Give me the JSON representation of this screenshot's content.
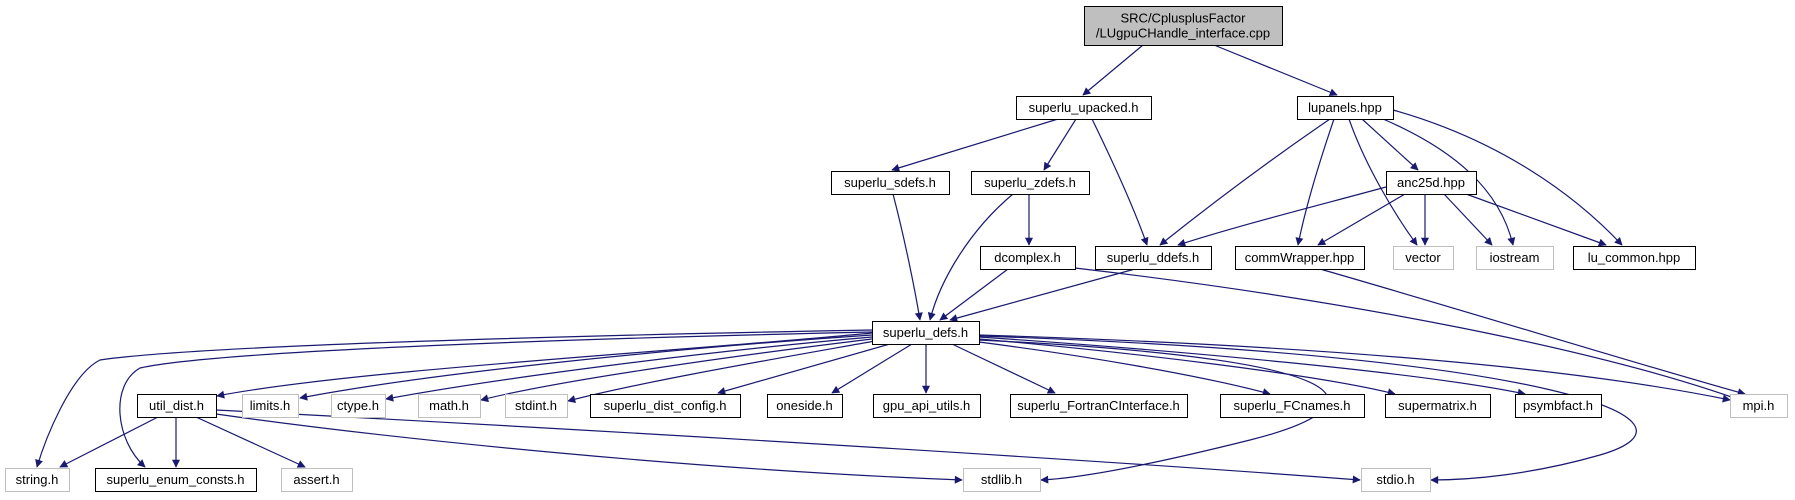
{
  "colors": {
    "edge": "#191970",
    "root_fill": "#bfbfbf",
    "node_border": "#000000",
    "external_border": "#bfbfbf",
    "external_text": "#7f7f7f"
  },
  "nodes": [
    {
      "id": "root",
      "lines": [
        "SRC/CplusplusFactor",
        "/LUgpuCHandle_interface.cpp"
      ],
      "style": "root"
    },
    {
      "id": "superlu_upacked",
      "lines": [
        "superlu_upacked.h"
      ],
      "style": "normal"
    },
    {
      "id": "lupanels",
      "lines": [
        "lupanels.hpp"
      ],
      "style": "normal"
    },
    {
      "id": "superlu_sdefs",
      "lines": [
        "superlu_sdefs.h"
      ],
      "style": "normal"
    },
    {
      "id": "superlu_zdefs",
      "lines": [
        "superlu_zdefs.h"
      ],
      "style": "normal"
    },
    {
      "id": "anc25d",
      "lines": [
        "anc25d.hpp"
      ],
      "style": "normal"
    },
    {
      "id": "dcomplex",
      "lines": [
        "dcomplex.h"
      ],
      "style": "normal"
    },
    {
      "id": "superlu_ddefs",
      "lines": [
        "superlu_ddefs.h"
      ],
      "style": "normal"
    },
    {
      "id": "commWrapper",
      "lines": [
        "commWrapper.hpp"
      ],
      "style": "normal"
    },
    {
      "id": "vector",
      "lines": [
        "vector"
      ],
      "style": "external"
    },
    {
      "id": "iostream",
      "lines": [
        "iostream"
      ],
      "style": "external"
    },
    {
      "id": "lu_common",
      "lines": [
        "lu_common.hpp"
      ],
      "style": "normal"
    },
    {
      "id": "superlu_defs",
      "lines": [
        "superlu_defs.h"
      ],
      "style": "normal"
    },
    {
      "id": "util_dist",
      "lines": [
        "util_dist.h"
      ],
      "style": "normal"
    },
    {
      "id": "limits",
      "lines": [
        "limits.h"
      ],
      "style": "external"
    },
    {
      "id": "ctype",
      "lines": [
        "ctype.h"
      ],
      "style": "external"
    },
    {
      "id": "math",
      "lines": [
        "math.h"
      ],
      "style": "external"
    },
    {
      "id": "stdint",
      "lines": [
        "stdint.h"
      ],
      "style": "external"
    },
    {
      "id": "superlu_dist_config",
      "lines": [
        "superlu_dist_config.h"
      ],
      "style": "normal"
    },
    {
      "id": "oneside",
      "lines": [
        "oneside.h"
      ],
      "style": "normal"
    },
    {
      "id": "gpu_api_utils",
      "lines": [
        "gpu_api_utils.h"
      ],
      "style": "normal"
    },
    {
      "id": "superlu_FortranCInterface",
      "lines": [
        "superlu_FortranCInterface.h"
      ],
      "style": "normal"
    },
    {
      "id": "superlu_FCnames",
      "lines": [
        "superlu_FCnames.h"
      ],
      "style": "normal"
    },
    {
      "id": "supermatrix",
      "lines": [
        "supermatrix.h"
      ],
      "style": "normal"
    },
    {
      "id": "psymbfact",
      "lines": [
        "psymbfact.h"
      ],
      "style": "normal"
    },
    {
      "id": "mpi",
      "lines": [
        "mpi.h"
      ],
      "style": "external"
    },
    {
      "id": "string",
      "lines": [
        "string.h"
      ],
      "style": "external"
    },
    {
      "id": "superlu_enum_consts",
      "lines": [
        "superlu_enum_consts.h"
      ],
      "style": "normal"
    },
    {
      "id": "assert",
      "lines": [
        "assert.h"
      ],
      "style": "external"
    },
    {
      "id": "stdlib",
      "lines": [
        "stdlib.h"
      ],
      "style": "external"
    },
    {
      "id": "stdio",
      "lines": [
        "stdio.h"
      ],
      "style": "external"
    }
  ],
  "edges": [
    [
      "root",
      "superlu_upacked"
    ],
    [
      "root",
      "lupanels"
    ],
    [
      "superlu_upacked",
      "superlu_sdefs"
    ],
    [
      "superlu_upacked",
      "superlu_zdefs"
    ],
    [
      "superlu_upacked",
      "superlu_ddefs"
    ],
    [
      "lupanels",
      "superlu_ddefs"
    ],
    [
      "lupanels",
      "anc25d"
    ],
    [
      "lupanels",
      "commWrapper"
    ],
    [
      "lupanels",
      "vector"
    ],
    [
      "lupanels",
      "iostream"
    ],
    [
      "lupanels",
      "lu_common"
    ],
    [
      "superlu_sdefs",
      "superlu_defs"
    ],
    [
      "superlu_zdefs",
      "dcomplex"
    ],
    [
      "superlu_zdefs",
      "superlu_defs"
    ],
    [
      "anc25d",
      "superlu_ddefs"
    ],
    [
      "anc25d",
      "commWrapper"
    ],
    [
      "anc25d",
      "vector"
    ],
    [
      "anc25d",
      "iostream"
    ],
    [
      "anc25d",
      "lu_common"
    ],
    [
      "dcomplex",
      "superlu_defs"
    ],
    [
      "dcomplex",
      "mpi"
    ],
    [
      "superlu_ddefs",
      "superlu_defs"
    ],
    [
      "commWrapper",
      "mpi"
    ],
    [
      "superlu_defs",
      "util_dist"
    ],
    [
      "superlu_defs",
      "limits"
    ],
    [
      "superlu_defs",
      "ctype"
    ],
    [
      "superlu_defs",
      "math"
    ],
    [
      "superlu_defs",
      "stdint"
    ],
    [
      "superlu_defs",
      "superlu_dist_config"
    ],
    [
      "superlu_defs",
      "oneside"
    ],
    [
      "superlu_defs",
      "gpu_api_utils"
    ],
    [
      "superlu_defs",
      "superlu_FortranCInterface"
    ],
    [
      "superlu_defs",
      "superlu_FCnames"
    ],
    [
      "superlu_defs",
      "supermatrix"
    ],
    [
      "superlu_defs",
      "psymbfact"
    ],
    [
      "superlu_defs",
      "mpi"
    ],
    [
      "superlu_defs",
      "string"
    ],
    [
      "superlu_defs",
      "superlu_enum_consts"
    ],
    [
      "superlu_defs",
      "stdlib"
    ],
    [
      "superlu_defs",
      "stdio"
    ],
    [
      "util_dist",
      "string"
    ],
    [
      "util_dist",
      "superlu_enum_consts"
    ],
    [
      "util_dist",
      "assert"
    ],
    [
      "util_dist",
      "stdlib"
    ],
    [
      "util_dist",
      "stdio"
    ]
  ]
}
